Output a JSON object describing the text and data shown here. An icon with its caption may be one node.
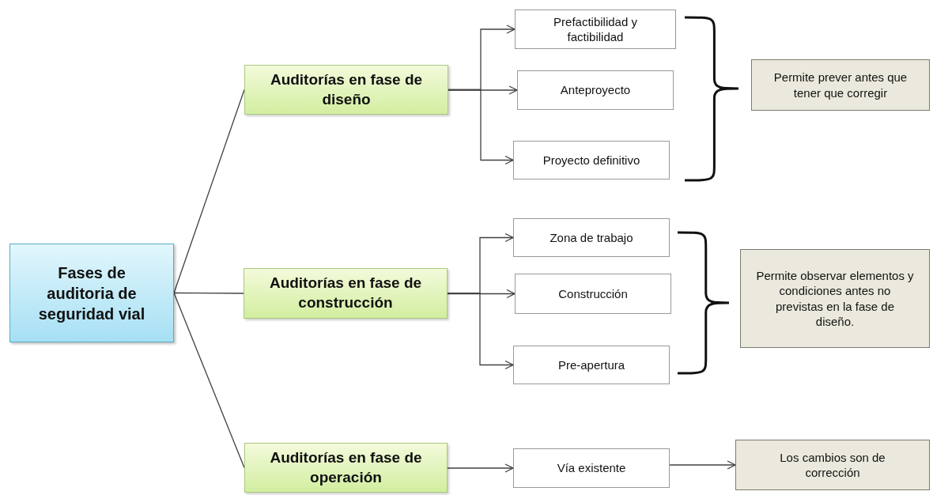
{
  "diagram": {
    "nodes": [
      {
        "text": [
          "Fases de auditoria de seguridad vial"
        ]
      },
      {
        "text": [
          "Auditorías en fase de diseño"
        ]
      },
      {
        "text": [
          "Prefactibilidad y factibilidad"
        ]
      },
      {
        "text": [
          "Anteproyecto"
        ]
      },
      {
        "text": [
          "Proyecto definitivo"
        ]
      },
      {
        "text": [
          "Permite prever antes que tener que corregir"
        ]
      },
      {
        "text": [
          "Auditorías en fase de construcción"
        ]
      },
      {
        "text": [
          "Zona de trabajo"
        ]
      },
      {
        "text": [
          "Construcción"
        ]
      },
      {
        "text": [
          "Pre-apertura"
        ]
      },
      {
        "text": [
          "Permite observar elementos y condiciones antes no previstas en la fase de diseño."
        ]
      },
      {
        "text": [
          "Auditorías en fase de operación"
        ]
      },
      {
        "text": [
          "Vía existente"
        ]
      },
      {
        "text": [
          "Los cambios son de corrección"
        ]
      }
    ],
    "edges": [
      {
        "from": 0,
        "to": 1,
        "arrow": "none"
      },
      {
        "from": 0,
        "to": 6,
        "arrow": "none"
      },
      {
        "from": 0,
        "to": 11,
        "arrow": "none"
      },
      {
        "from": 1,
        "to": 2,
        "arrow": "to"
      },
      {
        "from": 1,
        "to": 3,
        "arrow": "to"
      },
      {
        "from": 1,
        "to": 4,
        "arrow": "to"
      },
      {
        "from": 6,
        "to": 7,
        "arrow": "to"
      },
      {
        "from": 6,
        "to": 8,
        "arrow": "to"
      },
      {
        "from": 6,
        "to": 9,
        "arrow": "to"
      },
      {
        "from": 11,
        "to": 12,
        "arrow": "to"
      },
      {
        "from": 12,
        "to": 13,
        "arrow": "to"
      }
    ]
  }
}
